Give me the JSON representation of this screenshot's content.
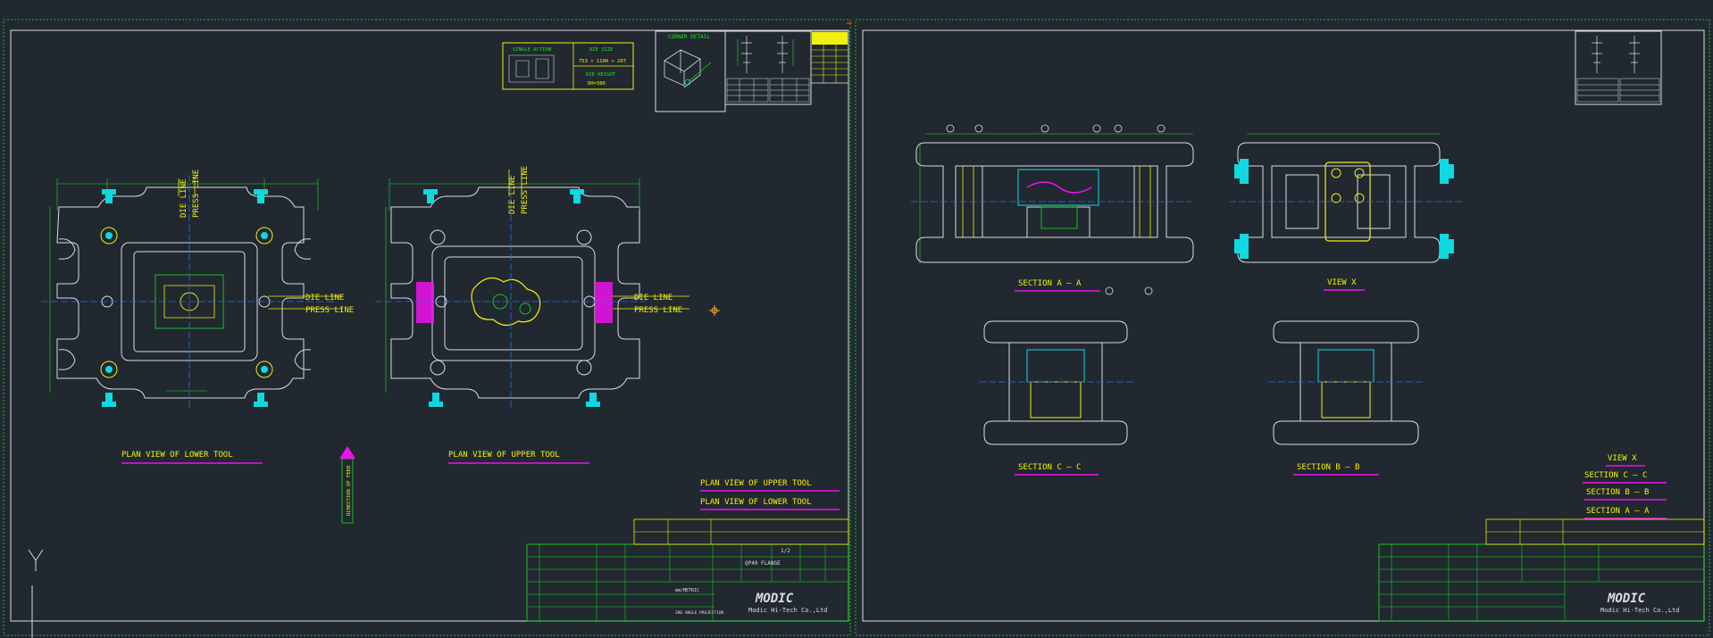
{
  "colors": {
    "background": "#212830",
    "white": "#d9dde2",
    "green": "#19e619",
    "yellow": "#f0f010",
    "cyan": "#10d8e0",
    "magenta": "#f010f0",
    "blue": "#2a6fe0",
    "orange": "#e8b020",
    "red": "#e02020"
  },
  "sheet1": {
    "views": {
      "lower_tool": "PLAN VIEW OF LOWER TOOL",
      "upper_tool": "PLAN VIEW OF UPPER TOOL"
    },
    "lines": {
      "die_line": "DIE LINE",
      "press_line": "PRESS LINE"
    },
    "feed_direction": "DIRECTION OF FEED",
    "legend": [
      "PLAN VIEW OF UPPER TOOL",
      "PLAN VIEW OF LOWER TOOL"
    ],
    "die_info": {
      "single_action": "SINGLE ACTION",
      "die_size": "DIE SIZE",
      "dims": "753 × 1100 × 207",
      "die_height": "DIE HEIGHT",
      "die_height_value": "DH=380"
    },
    "corner_detail": "CORNER DETAIL",
    "title_block": {
      "company": "MODIC",
      "company_full": "Modic Hi-Tech Co.,Ltd",
      "part_name": "QP40 FLANGE",
      "scale": "1/2",
      "projection": "3RD ANGLE PROJECTION",
      "unit": "mm/METRIC"
    }
  },
  "sheet2": {
    "sections": {
      "a": "SECTION A – A",
      "x": "VIEW X",
      "c": "SECTION C – C",
      "b": "SECTION B – B"
    },
    "legend": [
      "VIEW X",
      "SECTION C – C",
      "SECTION B – B",
      "SECTION A – A"
    ],
    "title_block": {
      "company": "MODIC",
      "company_full": "Modic Hi-Tech Co.,Ltd"
    }
  },
  "ucs": {
    "y_label": "Y"
  }
}
